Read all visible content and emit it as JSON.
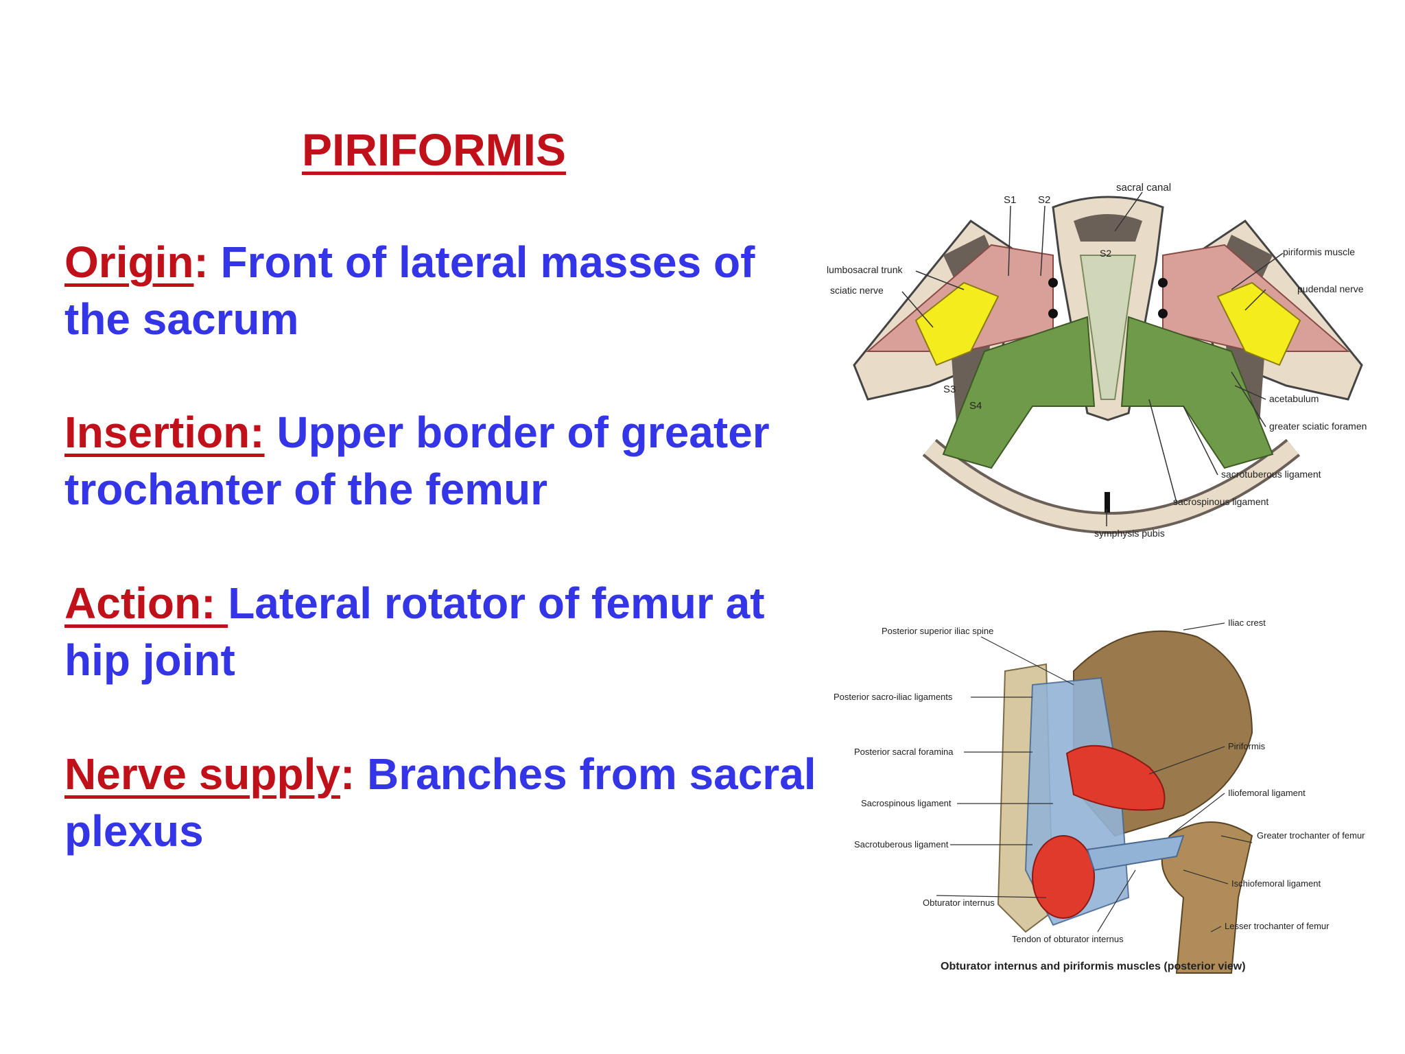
{
  "title": "PIRIFORMIS",
  "origin": {
    "label": "Origin",
    "colon": ":",
    "text": " Front of lateral masses of the sacrum"
  },
  "insertion": {
    "label": "Insertion:",
    "text": " Upper border of greater trochanter of the femur"
  },
  "action": {
    "label": "Action: ",
    "text": "Lateral rotator of femur at hip joint"
  },
  "nerve": {
    "label": "Nerve supply",
    "colon": ":",
    "text": " Branches from sacral plexus"
  },
  "figure1": {
    "labels": {
      "s1": "S1",
      "s2": "S2",
      "s2_bone": "S2",
      "s3": "S3",
      "s4": "S4",
      "sacral_canal": "sacral canal",
      "lumbosacral_trunk": "lumbosacral trunk",
      "sciatic_nerve": "sciatic nerve",
      "piriformis_muscle": "piriformis muscle",
      "pudendal_nerve": "pudendal nerve",
      "acetabulum": "acetabulum",
      "greater_sciatic_foramen": "greater sciatic foramen",
      "sacrotuberous_ligament": "sacrotuberous ligament",
      "sacrospinous_ligament": "sacrospinous ligament",
      "symphysis_pubis": "symphysis pubis"
    },
    "colors": {
      "muscle": "#d9a09a",
      "nerve": "#f4ec1c",
      "ligament": "#6f9a4a",
      "bone": "#e8dcc8",
      "bone_dark": "#6a6058"
    }
  },
  "figure2": {
    "labels": {
      "iliac_crest": "Iliac crest",
      "posterior_superior_iliac_spine": "Posterior superior iliac spine",
      "posterior_sacro_iliac_ligaments": "Posterior sacro-iliac ligaments",
      "posterior_sacral_foramina": "Posterior sacral foramina",
      "piriformis": "Piriformis",
      "iliofemoral_ligament": "Iliofemoral ligament",
      "sacrospinous_ligament": "Sacrospinous ligament",
      "greater_trochanter": "Greater trochanter of femur",
      "sacrotuberous_ligament": "Sacrotuberous ligament",
      "ischiofemoral_ligament": "Ischiofemoral ligament",
      "obturator_internus": "Obturator internus",
      "tendon_obturator_internus": "Tendon of obturator internus",
      "lesser_trochanter": "Lesser trochanter of femur"
    },
    "caption": "Obturator internus and piriformis muscles (posterior view)",
    "colors": {
      "bone": "#9a7a4c",
      "muscle": "#e03a2c",
      "ligament": "#93b3d6"
    }
  }
}
